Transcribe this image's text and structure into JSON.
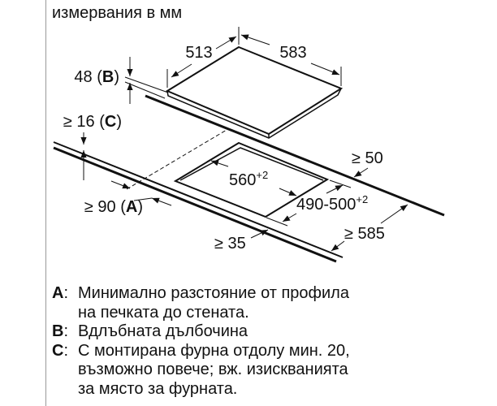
{
  "units_label": "измервания в мм",
  "dimensions": {
    "hob_depth": "513",
    "hob_width": "583",
    "recess_depth": "48",
    "recess_key": "B",
    "min_gap_oven": "≥ 16",
    "min_gap_oven_key": "C",
    "min_wall_distance": "≥ 90",
    "min_wall_distance_key": "A",
    "min_back_distance": "≥ 50",
    "cutout_width": "560",
    "cutout_width_tol": "+2",
    "cutout_depth": "490-500",
    "cutout_depth_tol": "+2",
    "min_worktop_depth": "≥ 585",
    "min_front_distance": "≥ 35"
  },
  "legend": [
    {
      "key": "A",
      "text": "Минимално разстояние от профила\nна печката до стената."
    },
    {
      "key": "B",
      "text": "Вдлъбната дълбочина"
    },
    {
      "key": "C",
      "text": "С монтирана фурна отдолу мин. 20,\nвъзможно повече; вж. изискванията\nза място за фурната."
    }
  ]
}
